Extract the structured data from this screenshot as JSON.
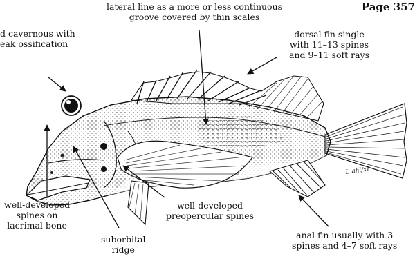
{
  "page_number": "Page 357",
  "labels": {
    "lateral_line": [
      "lateral line as a more or less continuous",
      "groove covered by thin scales"
    ],
    "head": [
      "d cavernous with",
      "eak  ossification"
    ],
    "dorsal_fin": [
      "dorsal fin single",
      "with 11–13 spines",
      "and 9–11 soft rays"
    ],
    "lacrimal": [
      "well-developed",
      "spines on",
      "lacrimal bone"
    ],
    "preopercular": [
      "well-developed",
      "preopercular spines"
    ],
    "suborbital": [
      "suborbital",
      "ridge"
    ],
    "anal_fin": [
      "anal fin usually with 3",
      "spines and 4–7 soft rays"
    ]
  },
  "signature": "L.ahl/xI"
}
